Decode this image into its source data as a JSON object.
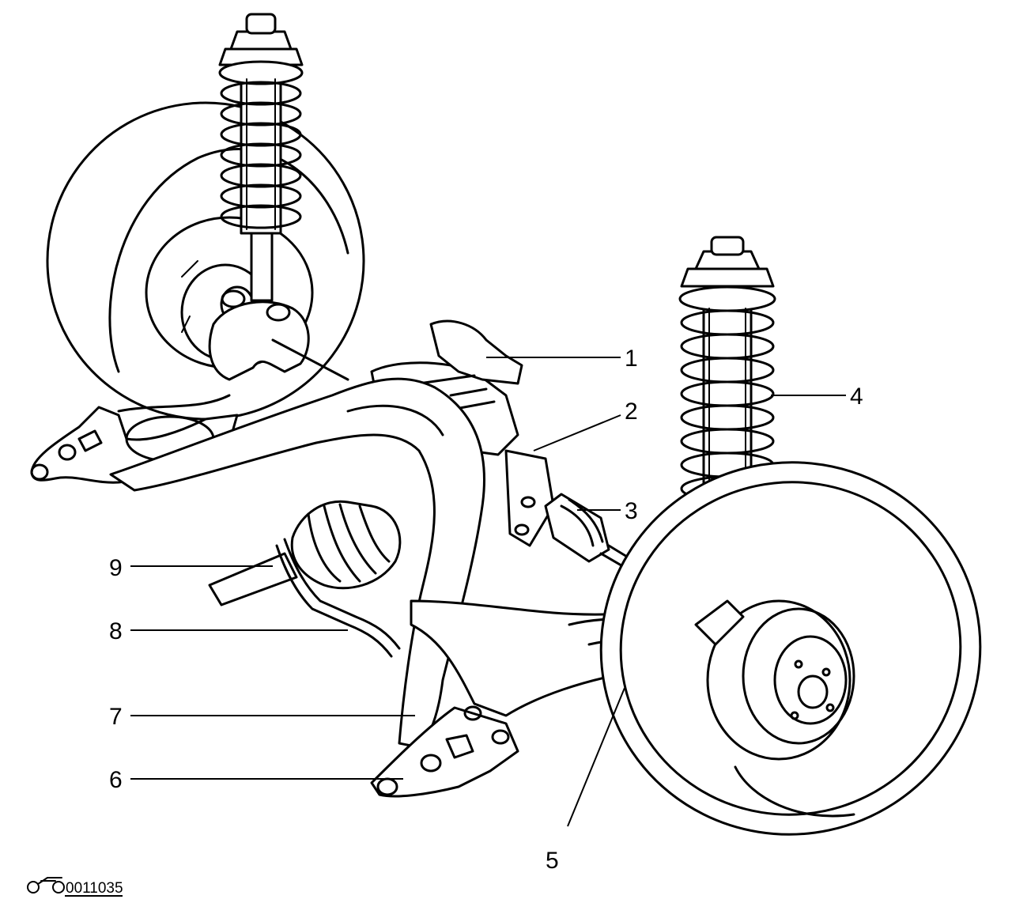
{
  "diagram": {
    "callouts": [
      "1",
      "2",
      "3",
      "4",
      "5",
      "6",
      "7",
      "8",
      "9"
    ],
    "figure_code": "0011035"
  }
}
